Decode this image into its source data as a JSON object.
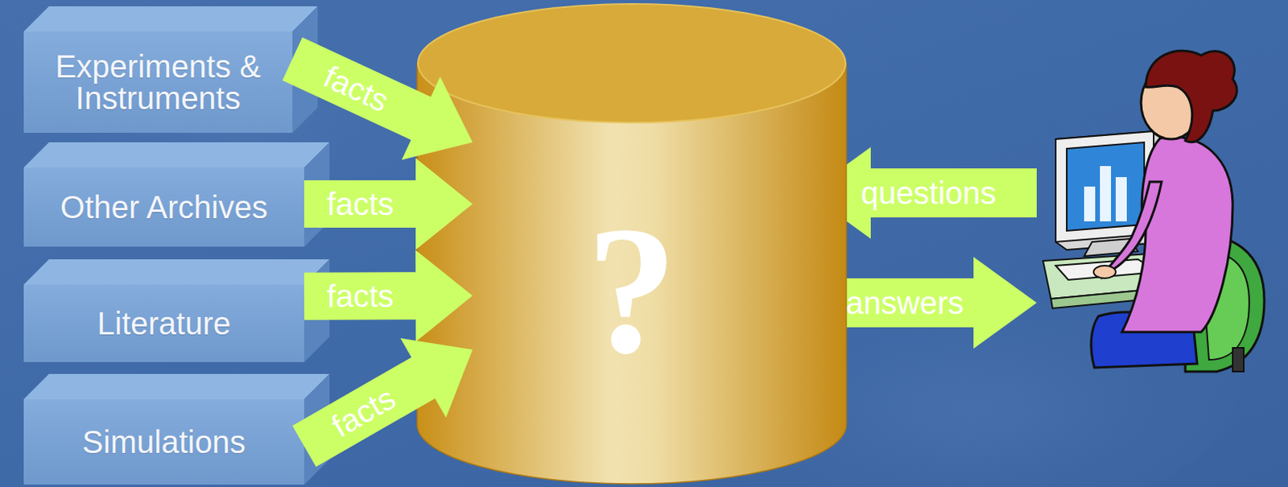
{
  "diagram": {
    "nodes": [
      {
        "text": [
          "Experiments & Instruments"
        ]
      },
      {
        "text": [
          "Other Archives"
        ]
      },
      {
        "text": [
          "Literature"
        ]
      },
      {
        "text": [
          "Simulations"
        ]
      },
      {
        "text": [
          "?"
        ]
      }
    ],
    "edges": [
      {
        "from": 0,
        "to": 4,
        "label": "facts",
        "arrow": "to"
      },
      {
        "from": 1,
        "to": 4,
        "label": "facts",
        "arrow": "to"
      },
      {
        "from": 2,
        "to": 4,
        "label": "facts",
        "arrow": "to"
      },
      {
        "from": 3,
        "to": 4,
        "label": "facts",
        "arrow": "to"
      }
    ],
    "labels": [
      "questions",
      "answers"
    ]
  }
}
